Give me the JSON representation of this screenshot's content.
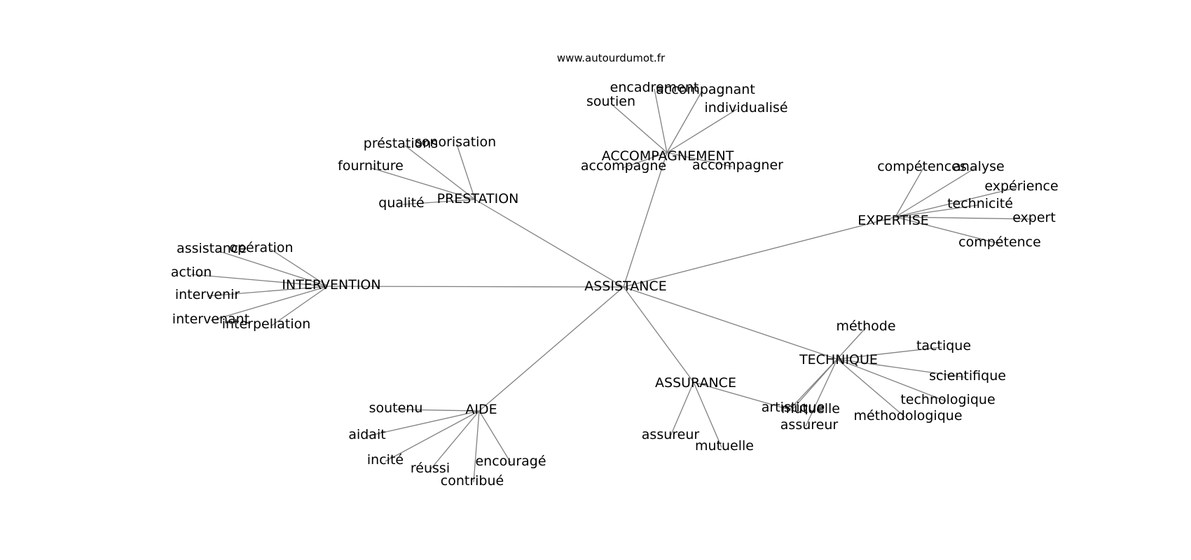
{
  "source": "www.autourdumot.fr",
  "nodes": {
    "assistance": "ASSISTANCE",
    "accompagnement": "ACCOMPAGNEMENT",
    "prestation": "PRESTATION",
    "expertise": "EXPERTISE",
    "intervention": "INTERVENTION",
    "technique": "TECHNIQUE",
    "assurance": "ASSURANCE",
    "aide": "AIDE",
    "soutien": "soutien",
    "encadrement": "encadrement",
    "accompagnant": "accompagnant",
    "individualise": "individualisé",
    "accompagne": "accompagne",
    "accompagner": "accompagner",
    "prestations": "préstations",
    "sonorisation": "sonorisation",
    "fourniture": "fourniture",
    "qualite": "qualité",
    "competences": "compétences",
    "analyse": "analyse",
    "experience": "expérience",
    "technicite": "technicité",
    "expert": "expert",
    "competence": "compétence",
    "assistance_sub": "assistance",
    "operation": "opération",
    "action": "action",
    "intervenir": "intervenir",
    "intervenant": "intervenant",
    "interpellation": "interpellation",
    "methode": "méthode",
    "tactique": "tactique",
    "scientifique": "scientifique",
    "technologique": "technologique",
    "methodologique": "méthodologique",
    "artistique": "artistique",
    "mutuelle_tech": "mutuelle",
    "assureur_tech": "assureur",
    "assureur": "assureur",
    "mutuelle": "mutuelle",
    "soutenu": "soutenu",
    "aidait": "aidait",
    "incite": "incité",
    "reussi": "réussi",
    "contribue": "contribué",
    "encourage": "encouragé"
  },
  "edges": [
    [
      "assistance",
      "accompagnement"
    ],
    [
      "assistance",
      "prestation"
    ],
    [
      "assistance",
      "expertise"
    ],
    [
      "assistance",
      "intervention"
    ],
    [
      "assistance",
      "technique"
    ],
    [
      "assistance",
      "assurance"
    ],
    [
      "assistance",
      "aide"
    ],
    [
      "accompagnement",
      "soutien"
    ],
    [
      "accompagnement",
      "encadrement"
    ],
    [
      "accompagnement",
      "accompagnant"
    ],
    [
      "accompagnement",
      "individualise"
    ],
    [
      "accompagnement",
      "accompagne"
    ],
    [
      "accompagnement",
      "accompagner"
    ],
    [
      "prestation",
      "prestations"
    ],
    [
      "prestation",
      "sonorisation"
    ],
    [
      "prestation",
      "fourniture"
    ],
    [
      "prestation",
      "qualite"
    ],
    [
      "expertise",
      "competences"
    ],
    [
      "expertise",
      "analyse"
    ],
    [
      "expertise",
      "experience"
    ],
    [
      "expertise",
      "technicite"
    ],
    [
      "expertise",
      "expert"
    ],
    [
      "expertise",
      "competence"
    ],
    [
      "intervention",
      "assistance_sub"
    ],
    [
      "intervention",
      "operation"
    ],
    [
      "intervention",
      "action"
    ],
    [
      "intervention",
      "intervenir"
    ],
    [
      "intervention",
      "intervenant"
    ],
    [
      "intervention",
      "interpellation"
    ],
    [
      "technique",
      "methode"
    ],
    [
      "technique",
      "tactique"
    ],
    [
      "technique",
      "scientifique"
    ],
    [
      "technique",
      "technologique"
    ],
    [
      "technique",
      "methodologique"
    ],
    [
      "technique",
      "artistique"
    ],
    [
      "technique",
      "mutuelle_tech"
    ],
    [
      "technique",
      "assureur_tech"
    ],
    [
      "assurance",
      "assureur"
    ],
    [
      "assurance",
      "mutuelle"
    ],
    [
      "assurance",
      "mutuelle_tech"
    ],
    [
      "aide",
      "soutenu"
    ],
    [
      "aide",
      "aidait"
    ],
    [
      "aide",
      "incite"
    ],
    [
      "aide",
      "reussi"
    ],
    [
      "aide",
      "contribue"
    ],
    [
      "aide",
      "encourage"
    ]
  ]
}
